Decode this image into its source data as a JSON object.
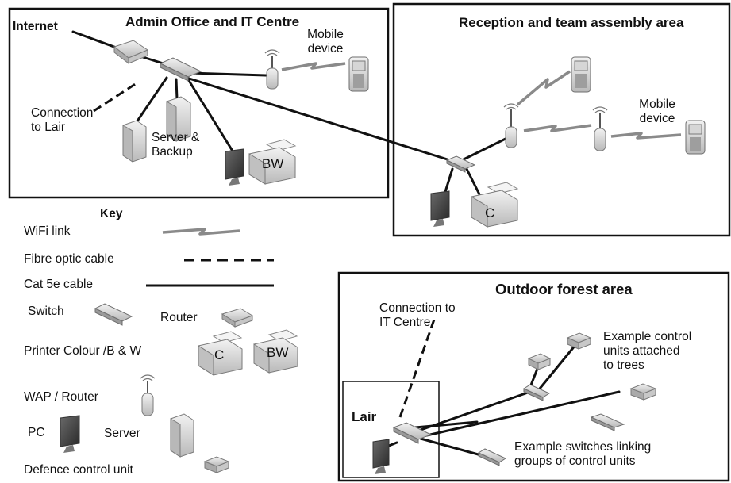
{
  "areas": {
    "admin_office": "Admin Office and IT Centre",
    "reception": "Reception and team assembly area",
    "outdoor": "Outdoor forest area",
    "lair": "Lair"
  },
  "labels": {
    "internet": "Internet",
    "mobile_device_line1": "Mobile",
    "mobile_device_line2": "device",
    "connection_to_lair_line1": "Connection",
    "connection_to_lair_line2": "to Lair",
    "server_backup_line1": "Server &",
    "server_backup_line2": "Backup",
    "printer_bw": "BW",
    "printer_colour": "C",
    "connection_to_it_line1": "Connection to",
    "connection_to_it_line2": "IT Centre",
    "control_units_line1": "Example control",
    "control_units_line2": "units attached",
    "control_units_line3": "to trees",
    "switches_line1": "Example switches linking",
    "switches_line2": "groups of control units"
  },
  "key": {
    "title": "Key",
    "wifi_link": "WiFi link",
    "fibre_optic": "Fibre optic cable",
    "cat5e": "Cat 5e cable",
    "switch": "Switch",
    "router": "Router",
    "printer": "Printer Colour /B & W",
    "printer_c": "C",
    "printer_bw": "BW",
    "wap_router": "WAP / Router",
    "pc": "PC",
    "server": "Server",
    "defence_unit": "Defence control unit"
  },
  "colors": {
    "line": "#111111",
    "device_fill": "#d9d9d9",
    "device_stroke": "#7a7a7a",
    "wifi": "#8a8a8a"
  }
}
